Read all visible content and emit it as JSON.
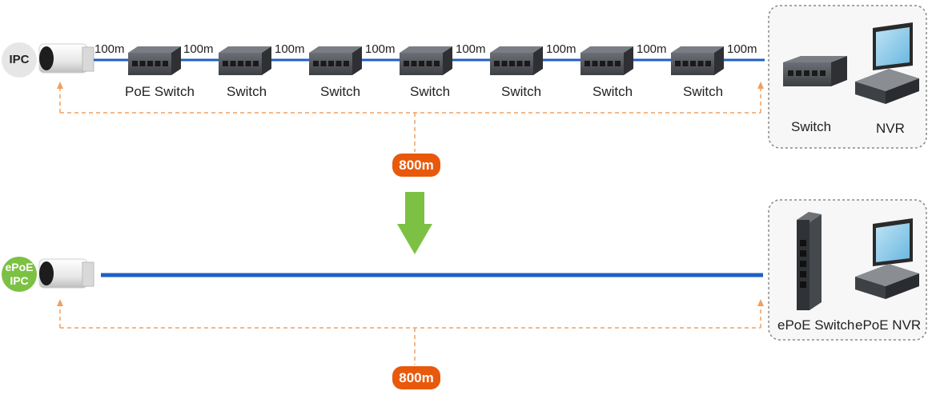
{
  "top_row": {
    "ipc_label": "IPC",
    "segment_lengths": [
      "100m",
      "100m",
      "100m",
      "100m",
      "100m",
      "100m",
      "100m",
      "100m"
    ],
    "switch_labels": [
      "PoE Switch",
      "Switch",
      "Switch",
      "Switch",
      "Switch",
      "Switch",
      "Switch"
    ],
    "end_box": {
      "switch_label": "Switch",
      "nvr_label": "NVR"
    },
    "total_distance": "800m"
  },
  "bottom_row": {
    "ipc_label_line1": "ePoE",
    "ipc_label_line2": "IPC",
    "end_box": {
      "switch_label": "ePoE Switch",
      "nvr_label": "ePoE NVR"
    },
    "total_distance": "800m"
  },
  "colors": {
    "cable": "#1f5fc4",
    "dimension_line": "#f0a060",
    "badge": "#e8590c",
    "arrow": "#7cc143",
    "epoe_circle": "#7cc143",
    "ipc_circle": "#e6e6e6",
    "box_border": "#888888"
  }
}
